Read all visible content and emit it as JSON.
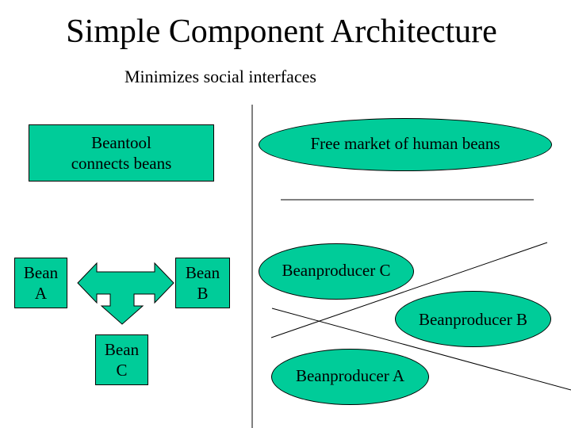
{
  "title": "Simple Component Architecture",
  "subtitle": "Minimizes social interfaces",
  "colors": {
    "fill": "#00cc99",
    "stroke": "#000000",
    "background": "#ffffff"
  },
  "left": {
    "beantool": {
      "line1": "Beantool",
      "line2": "connects beans"
    },
    "bean_a": {
      "line1": "Bean",
      "line2": "A"
    },
    "bean_b": {
      "line1": "Bean",
      "line2": "B"
    },
    "bean_c": {
      "line1": "Bean",
      "line2": "C"
    },
    "connector_icon": "t-shaped-three-way-arrow"
  },
  "right": {
    "market": "Free market of human beans",
    "producer_c": "Beanproducer C",
    "producer_b": "Beanproducer B",
    "producer_a": "Beanproducer A"
  }
}
